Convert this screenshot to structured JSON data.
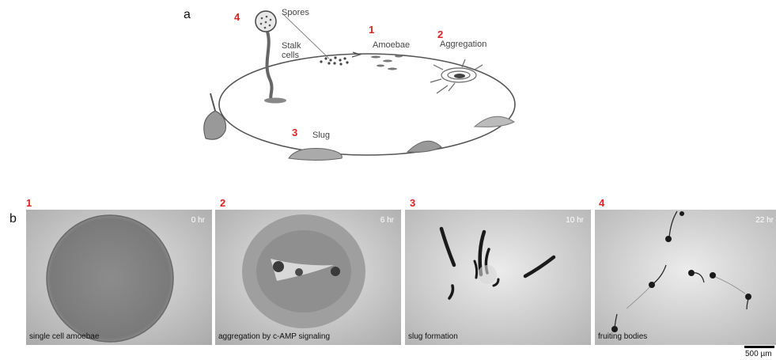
{
  "panel_a": {
    "letter": "a",
    "stage_numbers": [
      "1",
      "2",
      "3",
      "4"
    ],
    "labels": {
      "spores": "Spores",
      "stalk_line1": "Stalk",
      "stalk_line2": "cells",
      "amoebae": "Amoebae",
      "aggregation": "Aggregation",
      "slug": "Slug"
    }
  },
  "panel_b": {
    "letter": "b",
    "photos": [
      {
        "number": "1",
        "time": "0 hr",
        "caption": "single cell amoebae"
      },
      {
        "number": "2",
        "time": "6 hr",
        "caption": "aggregation by c-AMP signaling"
      },
      {
        "number": "3",
        "time": "10 hr",
        "caption": "slug formation"
      },
      {
        "number": "4",
        "time": "22 hr",
        "caption": "fruiting bodies"
      }
    ],
    "scale_bar": "500 µm"
  },
  "colors": {
    "stage_number": "#e02020",
    "photo_background": "#c8c8c8",
    "cell_mass": "#1a1a1a"
  }
}
